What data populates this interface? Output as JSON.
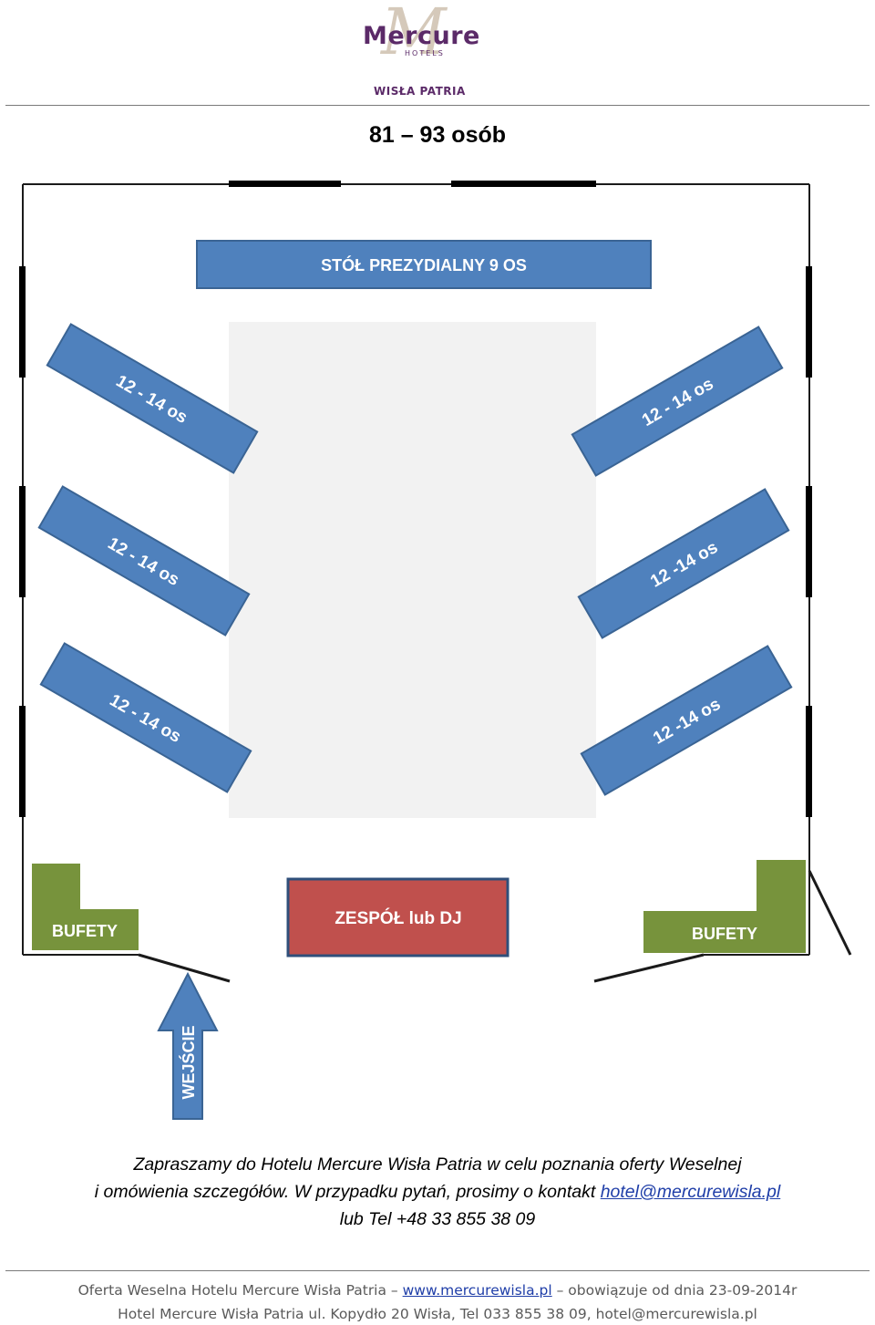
{
  "header": {
    "logo_text": "Mercure",
    "logo_sub": "HOTELS",
    "hotel_name": "WISŁA PATRIA"
  },
  "title": "81 – 93 osób",
  "floor_plan": {
    "head_table": "STÓŁ PREZYDIALNY 9 OS",
    "left_tables": [
      "12 - 14 os",
      "12 - 14 os",
      "12 - 14 os"
    ],
    "right_tables": [
      "12 - 14 os",
      "12 -14 os",
      "12 -14 os"
    ],
    "band": "ZESPÓŁ lub DJ",
    "buffet_left": "BUFETY",
    "buffet_right": "BUFETY",
    "entrance": "WEJŚCIE",
    "colors": {
      "table": "#4f81bd",
      "table_border": "#3a6494",
      "band": "#c0504d",
      "buffet": "#77933c",
      "dance_floor": "#f2f2f2"
    }
  },
  "invitation": {
    "line1": "Zapraszamy do Hotelu Mercure Wisła Patria w celu poznania oferty Weselnej",
    "line2_prefix": "i omówienia szczegółów. W przypadku pytań, prosimy o kontakt ",
    "email": "hotel@mercurewisla.pl",
    "line3": "lub Tel +48 33 855 38 09"
  },
  "footer": {
    "line1_prefix": "Oferta Weselna Hotelu Mercure Wisła Patria – ",
    "website": "www.mercurewisla.pl",
    "line1_suffix": " – obowiązuje od dnia 23-09-2014r",
    "line2": "Hotel Mercure Wisła Patria ul. Kopydło 20 Wisła, Tel  033 855 38 09, hotel@mercurewisla.pl"
  }
}
